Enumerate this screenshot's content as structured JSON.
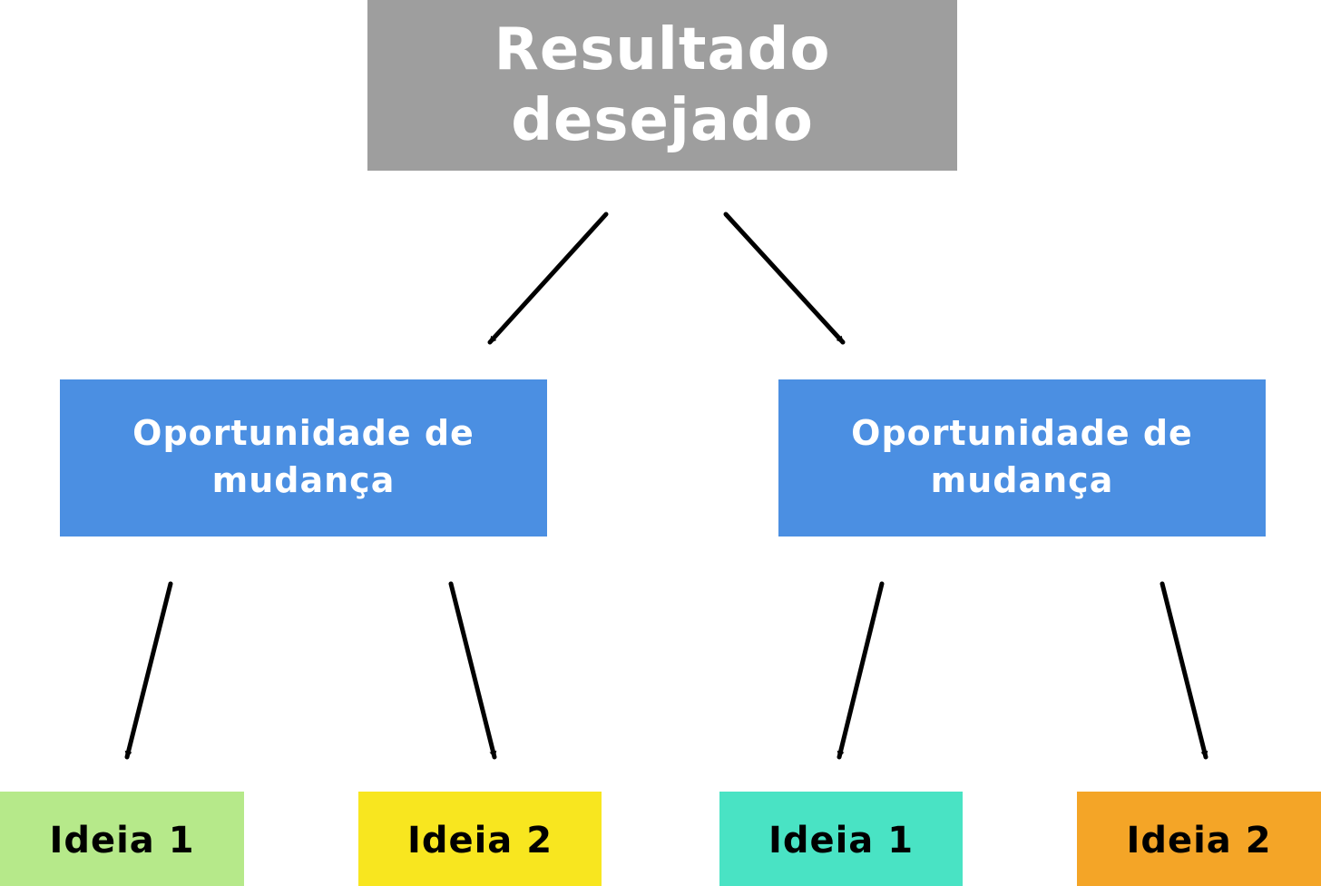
{
  "colors": {
    "root": "#9e9e9e",
    "opportunity": "#4b8fe2",
    "idea_1_left": "#b6e98a",
    "idea_2_left": "#f8e61f",
    "idea_1_right": "#49e3c4",
    "idea_2_right": "#f4a527",
    "arrow": "#000000"
  },
  "root": {
    "lines": [
      "Resultado",
      "desejado"
    ]
  },
  "opportunities": [
    {
      "lines": [
        "Oportunidade de",
        "mudança"
      ]
    },
    {
      "lines": [
        "Oportunidade de",
        "mudança"
      ]
    }
  ],
  "ideas": [
    {
      "label": "Ideia 1"
    },
    {
      "label": "Ideia 2"
    },
    {
      "label": "Ideia 1"
    },
    {
      "label": "Ideia 2"
    }
  ]
}
